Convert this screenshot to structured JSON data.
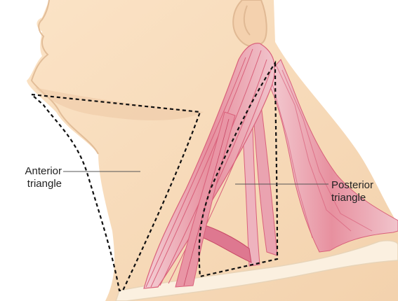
{
  "labels": {
    "anterior": {
      "line1": "Anterior",
      "line2": "triangle"
    },
    "posterior": {
      "line1": "Posterior",
      "line2": "triangle"
    }
  },
  "colors": {
    "skin": "#f8dcbb",
    "skin_shadow": "#e9c7a4",
    "muscle": "#d9607a",
    "muscle_light": "#f2c9cf",
    "clavicle": "#fbf0e0",
    "outline": "#111111"
  }
}
